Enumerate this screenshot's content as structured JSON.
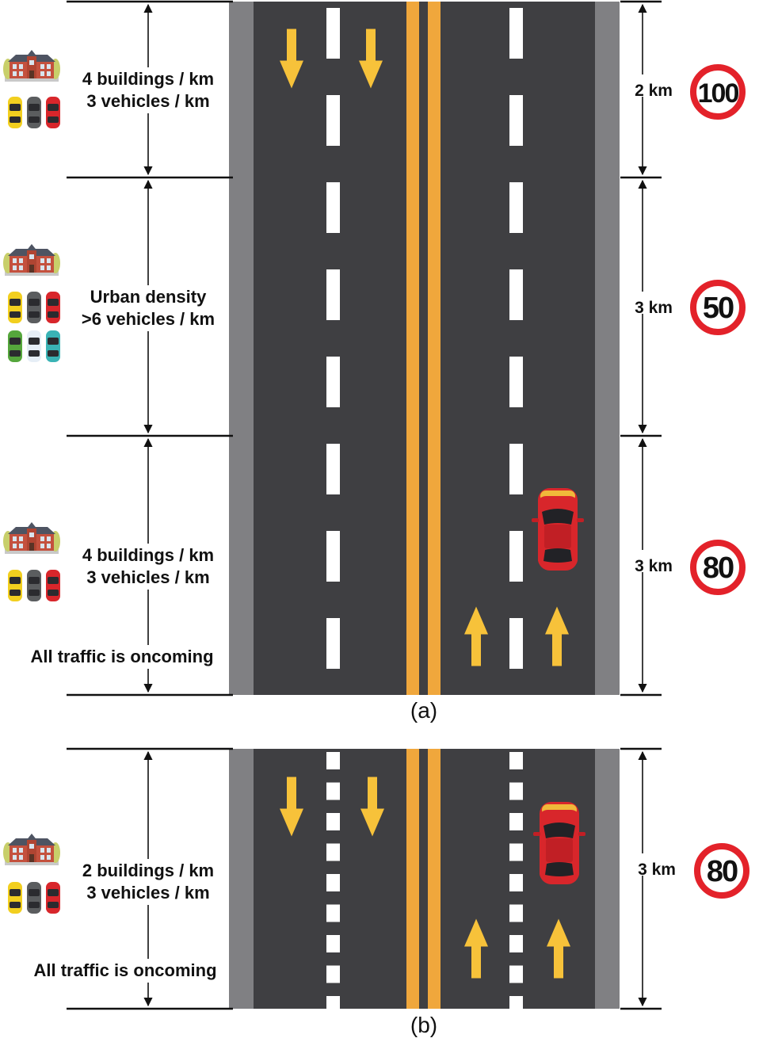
{
  "panel_a": {
    "caption": "(a)",
    "segments": [
      {
        "label_lines": [
          "4 buildings  / km",
          "3 vehicles / km"
        ],
        "distance": "2 km",
        "speed_limit": "100",
        "vehicle_rows": 1
      },
      {
        "label_lines": [
          "Urban density",
          ">6 vehicles / km"
        ],
        "distance": "3 km",
        "speed_limit": "50",
        "vehicle_rows": 2
      },
      {
        "label_lines": [
          "4 buildings  / km",
          "3 vehicles / km"
        ],
        "note": "All traffic is oncoming",
        "distance": "3 km",
        "speed_limit": "80",
        "vehicle_rows": 1
      }
    ]
  },
  "panel_b": {
    "caption": "(b)",
    "segments": [
      {
        "label_lines": [
          "2 buildings  / km",
          "3 vehicles / km"
        ],
        "note": "All traffic is oncoming",
        "distance": "3 km",
        "speed_limit": "80",
        "vehicle_rows": 1
      }
    ]
  },
  "colors": {
    "asphalt": "#3f3f42",
    "shoulder": "#808083",
    "center_line": "#f0a73c",
    "lane_marking": "#ffffff",
    "arrow": "#f7c23a",
    "sign_ring": "#e3222a",
    "car_body": "#d8262b"
  },
  "icons": {
    "building": "building-icon",
    "vehicles": "parked-cars-icon",
    "ego_car": "red-car-icon",
    "sign": "speed-limit-sign"
  }
}
